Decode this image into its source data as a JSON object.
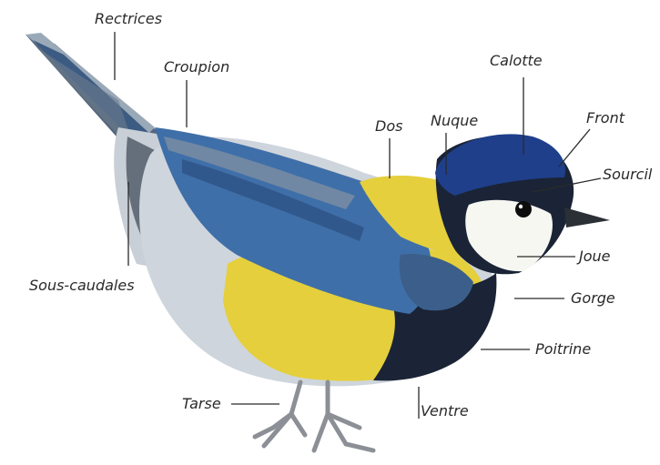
{
  "labels": {
    "rectrices": "Rectrices",
    "croupion": "Croupion",
    "calotte": "Calotte",
    "dos": "Dos",
    "nuque": "Nuque",
    "front": "Front",
    "sourcil": "Sourcil",
    "joue": "Joue",
    "gorge": "Gorge",
    "poitrine": "Poitrine",
    "ventre": "Ventre",
    "tarse": "Tarse",
    "sous_caudales": "Sous-caudales"
  },
  "colors": {
    "cap_blue": "#1f3f8a",
    "wing_blue": "#3f6fa8",
    "yellow": "#e5cf3c",
    "cheek_white": "#f7f7f2",
    "belly_dark": "#1a2436",
    "leg_grey": "#8c9096",
    "leader_line": "#2a2a2a"
  }
}
